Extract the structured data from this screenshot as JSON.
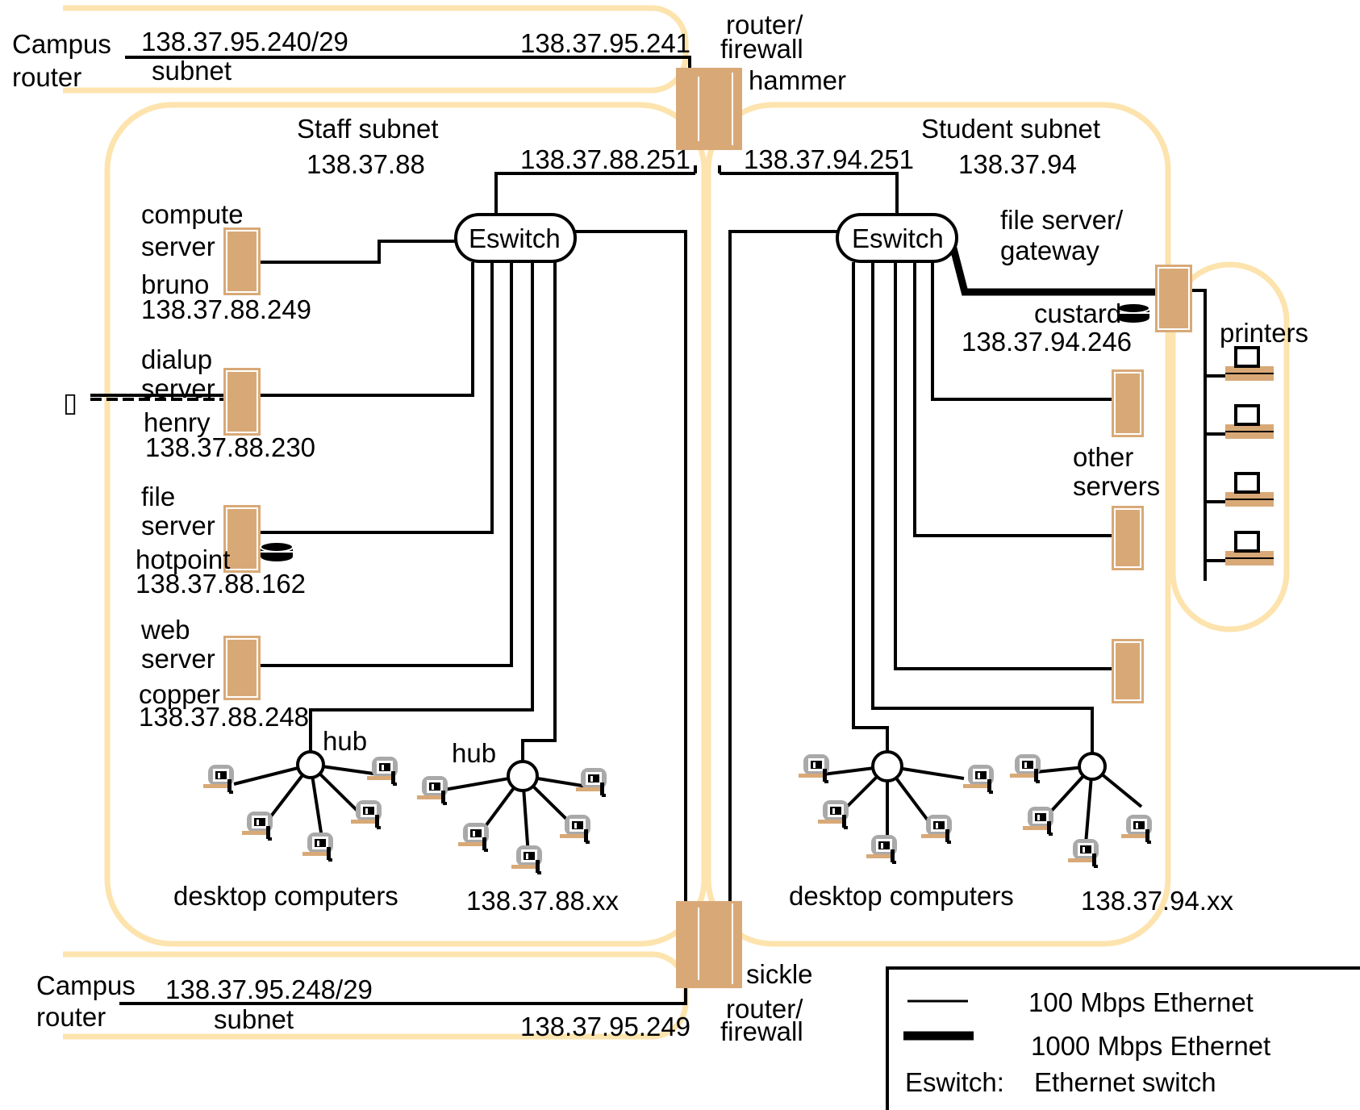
{
  "labels": {
    "campus_router_top": [
      "Campus",
      "router"
    ],
    "subnet_top": [
      "138.37.95.240/29",
      "subnet"
    ],
    "hammer_ip": "138.37.95.241",
    "router_firewall_top": [
      "router/",
      "firewall"
    ],
    "hammer": "hammer",
    "staff_subnet": [
      "Staff subnet",
      "138.37.88"
    ],
    "staff_gw_ip": "138.37.88.251",
    "student_gw_ip": "138.37.94.251",
    "student_subnet": [
      "Student subnet",
      "138.37.94"
    ],
    "eswitch_staff": "Eswitch",
    "eswitch_student": "Eswitch",
    "compute_server": [
      "compute",
      "server"
    ],
    "bruno": "bruno",
    "bruno_ip": "138.37.88.249",
    "dialup_server": [
      "dialup",
      "server"
    ],
    "henry": "henry",
    "henry_ip": "138.37.88.230",
    "file_server": [
      "file",
      "server"
    ],
    "hotpoint": "hotpoint",
    "hotpoint_ip": "138.37.88.162",
    "web_server": [
      "web",
      "server"
    ],
    "copper": "copper",
    "copper_ip": "138.37.88.248",
    "hub_left": "hub",
    "hub_right": "hub",
    "desktop_staff": "desktop computers",
    "staff_xx": "138.37.88.xx",
    "file_server_gateway": [
      "file server/",
      "gateway"
    ],
    "custard": "custard",
    "custard_ip": "138.37.94.246",
    "printers": "printers",
    "other_servers": [
      "other",
      "servers"
    ],
    "desktop_student": "desktop computers",
    "student_xx": "138.37.94.xx",
    "campus_router_bottom": [
      "Campus",
      "router"
    ],
    "subnet_bottom": [
      "138.37.95.248/29",
      "subnet"
    ],
    "sickle_ip": "138.37.95.249",
    "sickle": "sickle",
    "router_firewall_bottom": [
      "router/",
      "firewall"
    ],
    "modem_glyph": "▯"
  },
  "legend": {
    "line_100": "100 Mbps Ethernet",
    "line_1000": "1000 Mbps Ethernet",
    "eswitch_key": "Eswitch:",
    "eswitch_value": "Ethernet switch"
  },
  "colors": {
    "region": "#fde3ad",
    "equipment": "#d8a977",
    "monitor_bezel": "#a9a9a9"
  }
}
